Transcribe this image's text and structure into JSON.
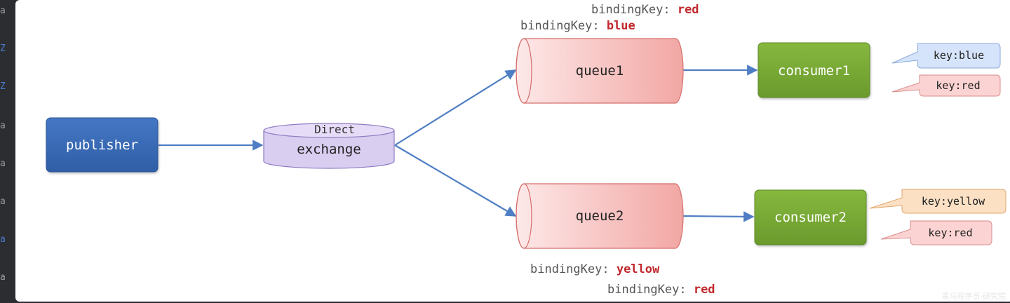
{
  "publisher": {
    "label": "publisher"
  },
  "exchange": {
    "type_label": "Direct",
    "label": "exchange"
  },
  "queues": [
    {
      "label": "queue1",
      "bindings": [
        {
          "prefix": "bindingKey: ",
          "key": "red"
        },
        {
          "prefix": "bindingKey: ",
          "key": "blue"
        }
      ]
    },
    {
      "label": "queue2",
      "bindings": [
        {
          "prefix": "bindingKey: ",
          "key": "yellow"
        },
        {
          "prefix": "bindingKey: ",
          "key": "red"
        }
      ]
    }
  ],
  "consumers": [
    {
      "label": "consumer1",
      "messages": [
        "key:blue",
        "key:red"
      ]
    },
    {
      "label": "consumer2",
      "messages": [
        "key:yellow",
        "key:red"
      ]
    }
  ],
  "left_strip_chars": [
    "a",
    "Z",
    "Z",
    "a",
    "a",
    "a",
    "a",
    "a"
  ],
  "watermark": "黑马程序员·研究院",
  "colors": {
    "publisher": "#3d6db5",
    "exchange": "#d9cdf0",
    "queue": "#f2a7a4",
    "consumer": "#7aab35",
    "arrow": "#4f7ec4",
    "key_highlight": "#c0282c",
    "msg_blue": "#d6e4fb",
    "msg_red": "#fbd3d2",
    "msg_yellow": "#fbe0c4"
  }
}
